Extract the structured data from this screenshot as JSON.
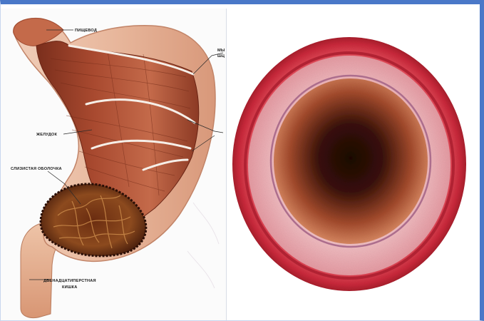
{
  "slide": {
    "left_figure": {
      "labels": {
        "esophagus": "ПИЩЕВОД",
        "layers_fragment_1": "МЫ",
        "layers_fragment_2": "ШЦ",
        "stomach": "ЖЕЛУДОК",
        "mucosa": "СЛИЗИСТАЯ ОБОЛОЧКА",
        "duodenum_line1": "ДВЕНАДЦАТИПЕРСТНАЯ",
        "duodenum_line2": "КИШКА"
      }
    }
  },
  "colors": {
    "frame_accent": "#4a78c8",
    "stomach_dark": "#8c3a24",
    "stomach_mid": "#b8563a",
    "stomach_light": "#e2b49a",
    "tube_red": "#c8283a",
    "tube_pink": "#e8a0a8",
    "tube_inner": "#d88060",
    "lumen_dark": "#2a0c08"
  }
}
